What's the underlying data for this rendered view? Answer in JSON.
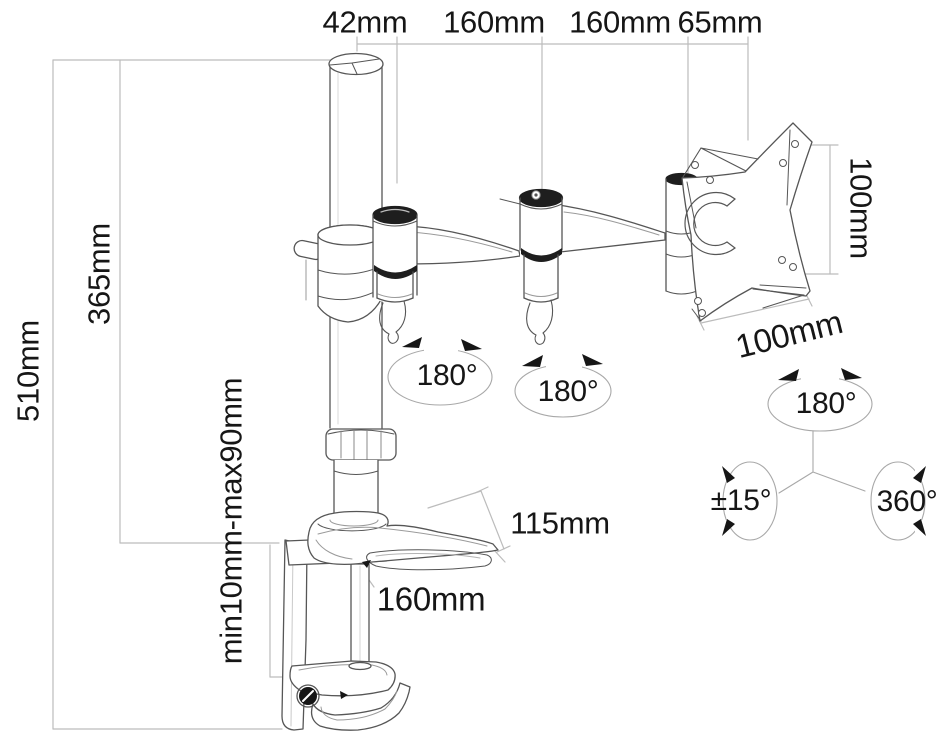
{
  "diagram": {
    "type": "technical-dimension-diagram",
    "product": "articulated monitor desk mount",
    "dims": {
      "top": [
        "42mm",
        "160mm",
        "160mm",
        "65mm"
      ],
      "height_total": "510mm",
      "height_pole": "365mm",
      "clamp_range": "min10mm-max90mm",
      "vesa_vertical": "100mm",
      "vesa_diagonal": "100mm",
      "base_depth": "115mm",
      "base_length": "160mm"
    },
    "rotations": {
      "arm1": "180°",
      "arm2": "180°",
      "head_swivel": "180°",
      "head_tilt": "±15°",
      "head_rotation": "360°"
    },
    "colors": {
      "outline": "#565656",
      "dimension": "#bcbcbc",
      "text": "#161616",
      "dark": "#1e1e1e",
      "background": "#ffffff"
    }
  }
}
